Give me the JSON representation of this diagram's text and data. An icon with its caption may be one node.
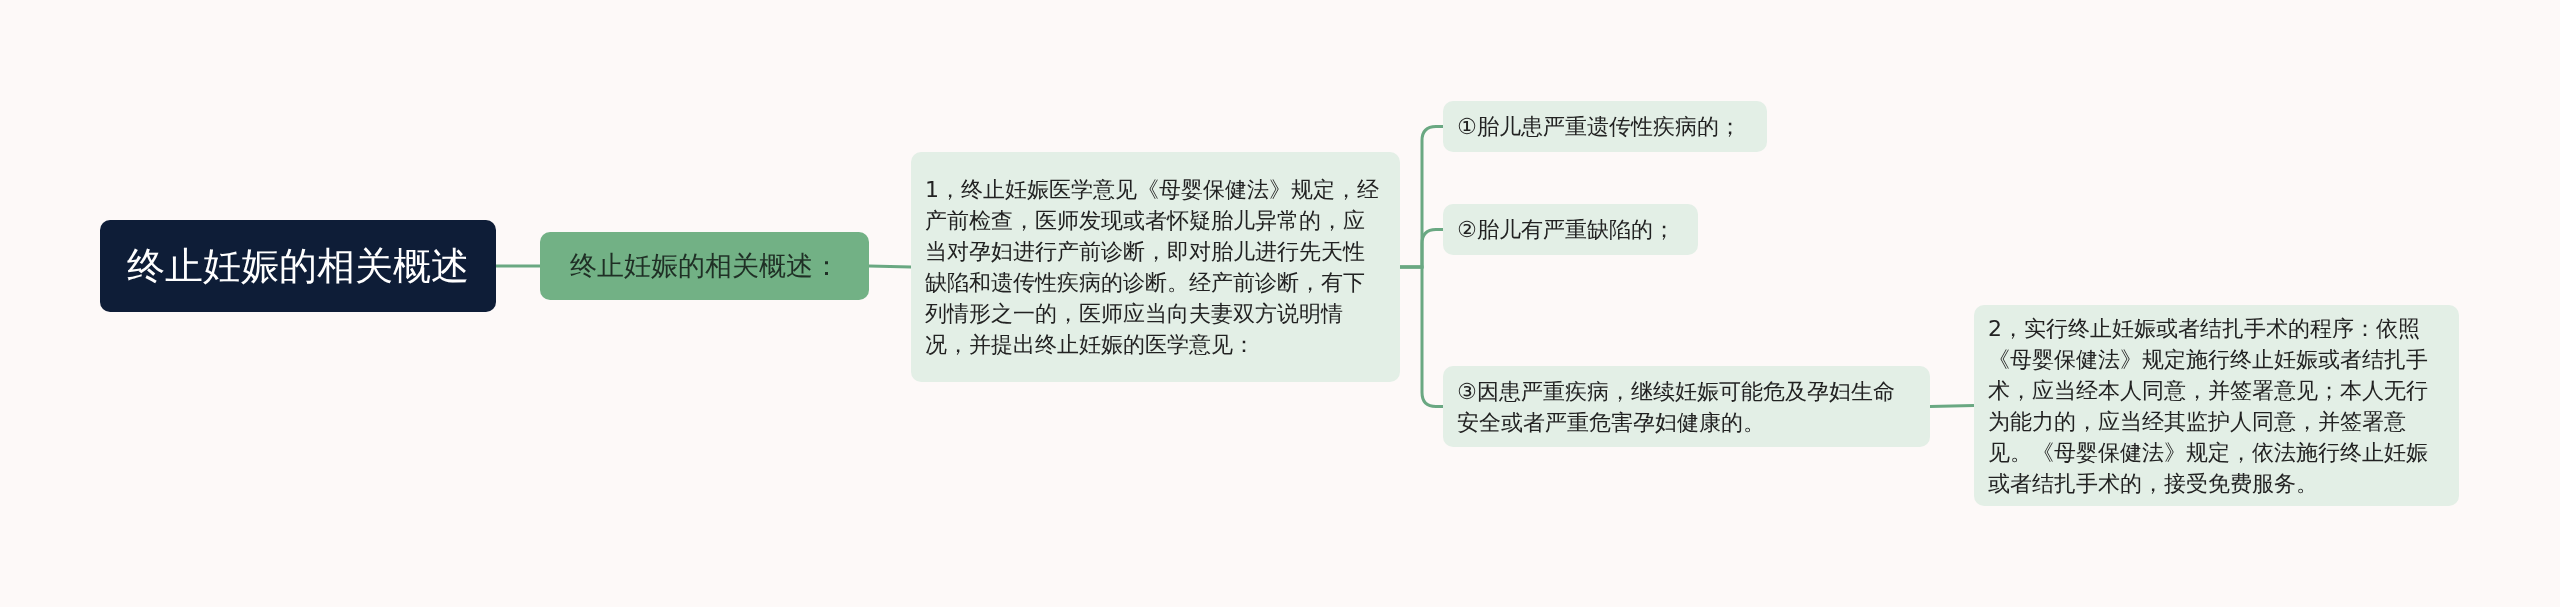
{
  "diagram": {
    "nodes": [
      {
        "text": [
          "终止妊娠的相关概述"
        ]
      },
      {
        "text": [
          "终止妊娠的相关概述："
        ]
      },
      {
        "text": [
          "1，终止妊娠医学意见《母婴保健法》规定，经产前检查，医师发现或者怀疑胎儿异常的，应当对孕妇进行产前诊断，即对胎儿进行先天性缺陷和遗传性疾病的诊断。经产前诊断，有下列情形之一的，医师应当向夫妻双方说明情况，并提出终止妊娠的医学意见："
        ]
      },
      {
        "text": [
          "①胎儿患严重遗传性疾病的；"
        ]
      },
      {
        "text": [
          "②胎儿有严重缺陷的；"
        ]
      },
      {
        "text": [
          "③因患严重疾病，继续妊娠可能危及孕妇生命安全或者严重危害孕妇健康的。"
        ]
      },
      {
        "text": [
          "2，实行终止妊娠或者结扎手术的程序：依照《母婴保健法》规定施行终止妊娠或者结扎手术，应当经本人同意，并签署意见；本人无行为能力的，应当经其监护人同意，并签署意见。《母婴保健法》规定，依法施行终止妊娠或者结扎手术的，接受免费服务。"
        ]
      }
    ],
    "edges": [
      {
        "from": 0,
        "to": 1,
        "arrow": "none"
      },
      {
        "from": 1,
        "to": 2,
        "arrow": "none"
      },
      {
        "from": 2,
        "to": 3,
        "arrow": "none"
      },
      {
        "from": 2,
        "to": 4,
        "arrow": "none"
      },
      {
        "from": 2,
        "to": 5,
        "arrow": "none"
      },
      {
        "from": 5,
        "to": 6,
        "arrow": "none"
      }
    ]
  }
}
